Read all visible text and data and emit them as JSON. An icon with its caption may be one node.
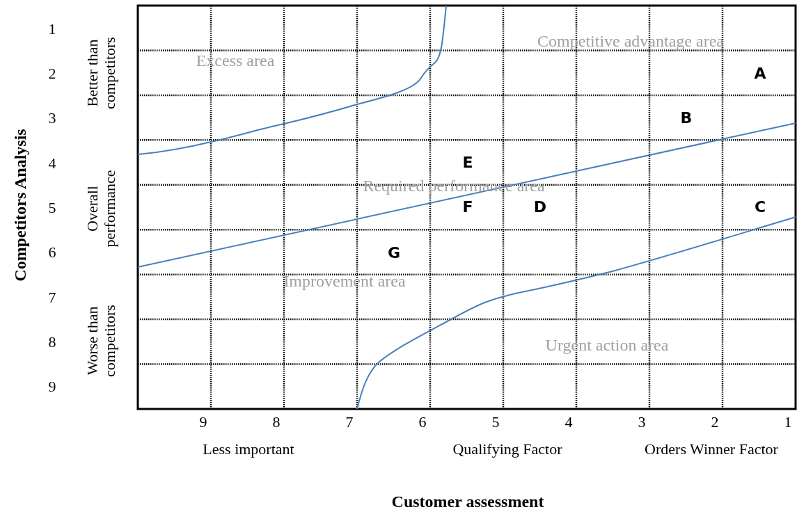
{
  "diagram": {
    "labels": [
      "1",
      "Competitive advantage area",
      "2",
      "Excess area",
      "A",
      "Better than competitors",
      "3",
      "B",
      "4",
      "E",
      "Required performance area",
      "Overall performance",
      "5",
      "F",
      "D",
      "C",
      "6",
      "G",
      "Improvement area",
      "7",
      "Competitors Analysis",
      "Worse than competitors",
      "8",
      "Urgent action area",
      "9",
      "9",
      "8",
      "7",
      "6",
      "5",
      "4",
      "3",
      "2",
      "1",
      "Less important",
      "Qualifying Factor",
      "Orders Winner Factor",
      "Customer assessment"
    ]
  }
}
